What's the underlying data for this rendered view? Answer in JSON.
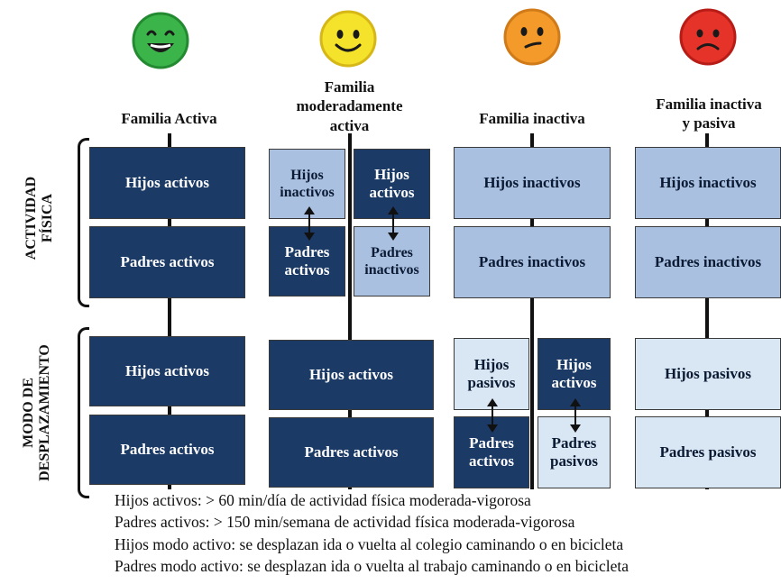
{
  "columns": [
    {
      "title": "Familia Activa",
      "face": "very-happy-face-icon",
      "face_color": "#3bb54a"
    },
    {
      "title": "Familia moderadamente activa",
      "face": "happy-face-icon",
      "face_color": "#f4e32a"
    },
    {
      "title": "Familia inactiva",
      "face": "neutral-face-icon",
      "face_color": "#f39a2b"
    },
    {
      "title": "Familia inactiva y pasiva",
      "face": "sad-face-icon",
      "face_color": "#e5332a"
    }
  ],
  "title_lines": {
    "c2": [
      "Familia",
      "moderadamente",
      "activa"
    ],
    "c4": [
      "Familia inactiva",
      "y pasiva"
    ]
  },
  "row_groups": {
    "activity": "ACTIVIDAD FÍSICA",
    "activity_lines": [
      "ACTIVIDAD",
      "FÍSICA"
    ],
    "commute": "MODO DE DESPLAZAMIENTO",
    "commute_lines": [
      "MODO DE",
      "DESPLAZAMIENTO"
    ]
  },
  "boxes": {
    "hijos_activos": "Hijos activos",
    "padres_activos": "Padres activos",
    "hijos_inactivos": "Hijos inactivos",
    "padres_inactivos": "Padres inactivos",
    "hijos_pasivos": "Hijos pasivos",
    "padres_pasivos": "Padres pasivos",
    "split": {
      "hijos_inactivos": [
        "Hijos",
        "inactivos"
      ],
      "hijos_activos": [
        "Hijos",
        "activos"
      ],
      "padres_activos": [
        "Padres",
        "activos"
      ],
      "padres_inactivos": [
        "Padres",
        "inactivos"
      ],
      "hijos_pasivos": [
        "Hijos",
        "pasivos"
      ],
      "padres_pasivos": [
        "Padres",
        "pasivos"
      ]
    }
  },
  "legend": [
    "Hijos activos: > 60 min/día de actividad física moderada-vigorosa",
    "Padres activos: > 150 min/semana de actividad física moderada-vigorosa",
    "Hijos modo activo: se desplazan ida o vuelta al colegio caminando o en bicicleta",
    "Padres modo activo: se desplazan ida o vuelta al trabajo caminando o en bicicleta"
  ],
  "colors": {
    "dark_box": "#1b3a66",
    "light_box": "#a9c0e1",
    "pale_box": "#d9e6f3"
  }
}
